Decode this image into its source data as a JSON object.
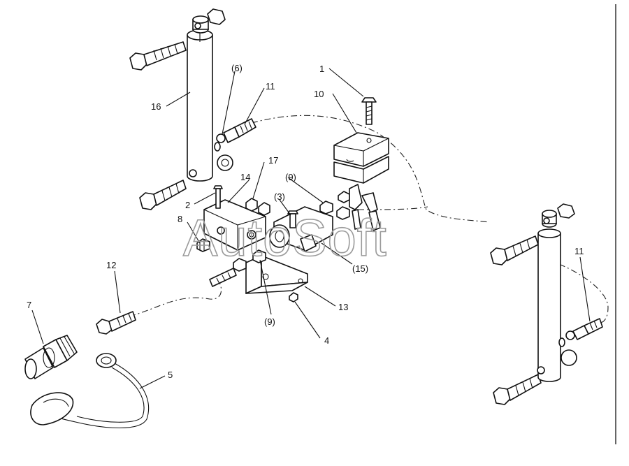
{
  "watermark": "AutoSoft",
  "callouts": {
    "c1": "1",
    "c2": "2",
    "c3": "(3)",
    "c4": "4",
    "c5": "5",
    "c6": "(6)",
    "c7": "7",
    "c8": "8",
    "c9a": "(9)",
    "c9b": "(9)",
    "c10": "10",
    "c11a": "11",
    "c11b": "11",
    "c12": "12",
    "c13": "13",
    "c14": "14",
    "c15": "(15)",
    "c16": "16",
    "c17": "17"
  }
}
